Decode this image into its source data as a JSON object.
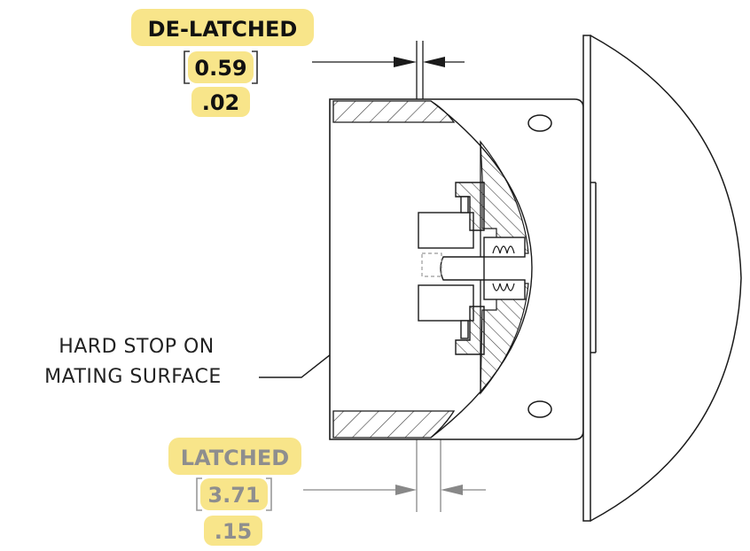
{
  "colors": {
    "highlight": "#f8e58a",
    "active_text": "#111111",
    "muted_text": "#8e8e8e",
    "line": "#1a1a1a",
    "dim_line": "#888888"
  },
  "callouts": {
    "delatched": {
      "title": "DE-LATCHED",
      "value_mm": "0.59",
      "value_in": ".02"
    },
    "latched": {
      "title": "LATCHED",
      "value_mm": "3.71",
      "value_in": ".15"
    }
  },
  "note": {
    "line1": "HARD STOP ON",
    "line2": "MATING SURFACE"
  }
}
